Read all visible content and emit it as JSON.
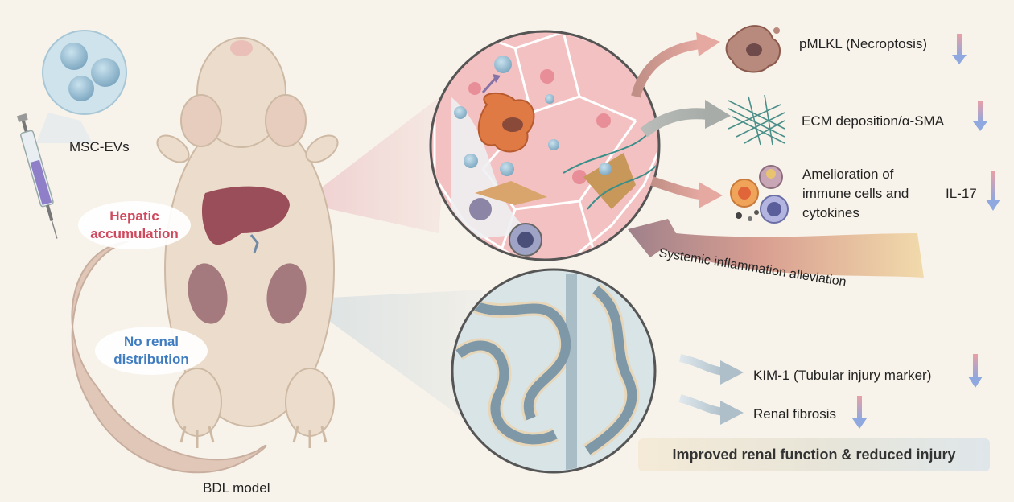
{
  "labels": {
    "msc_evs": "MSC-EVs",
    "hepatic_line1": "Hepatic",
    "hepatic_line2": "accumulation",
    "renal_line1": "No renal",
    "renal_line2": "distribution",
    "bdl_model": "BDL model",
    "pmlkl": "pMLKL (Necroptosis)",
    "ecm": "ECM deposition/α-SMA",
    "immune_line1": "Amelioration of",
    "immune_line2": "immune cells and",
    "immune_line3": "cytokines",
    "il17": "IL-17",
    "systemic": "Systemic inflammation alleviation",
    "kim1": "KIM-1 (Tubular injury marker)",
    "renal_fibrosis": "Renal fibrosis",
    "banner": "Improved renal function & reduced injury"
  },
  "colors": {
    "background": "#f8f3ea",
    "hepatic_text": "#cf4a5e",
    "renal_text": "#3f7cc0",
    "down_arrow_top": "#e8a0a6",
    "down_arrow_bottom": "#8fa8e0"
  }
}
